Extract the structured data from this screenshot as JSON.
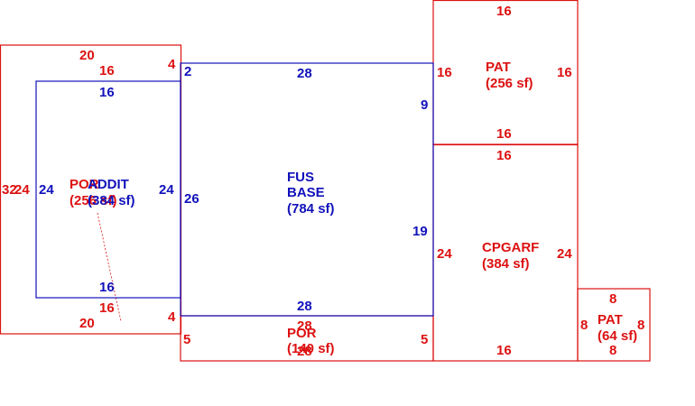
{
  "colors": {
    "red": "#dd1111",
    "blue": "#1111bb",
    "background": "#ffffff"
  },
  "areas": {
    "por_left": {
      "name": "POR",
      "area": "(256 sf)",
      "color": "red"
    },
    "addit": {
      "name": "ADDIT",
      "area": "(384 sf)",
      "color": "blue"
    },
    "fus_base": {
      "name_line1": "FUS",
      "name_line2": "BASE",
      "area": "(784 sf)",
      "color": "blue"
    },
    "por_bottom": {
      "name": "POR",
      "area": "(140 sf)",
      "color": "red"
    },
    "pat_top": {
      "name": "PAT",
      "area": "(256 sf)",
      "color": "red"
    },
    "cpgarf": {
      "name": "CPGARF",
      "area": "(384 sf)",
      "color": "red"
    },
    "pat_small": {
      "name": "PAT",
      "area": "(64 sf)",
      "color": "red"
    }
  },
  "dims": {
    "por_left_top": "20",
    "por_left_top_inner": "16",
    "por_left_top_right": "4",
    "por_left_left": "32",
    "por_left_left2": "24",
    "por_left_bottom": "20",
    "por_left_bottom_inner": "16",
    "por_left_bottom_right": "4",
    "addit_top": "16",
    "addit_left": "24",
    "addit_right": "24",
    "addit_bottom": "16",
    "fus_top": "28",
    "fus_top_left": "2",
    "fus_left": "26",
    "fus_right_upper": "9",
    "fus_right_lower": "19",
    "fus_bottom": "28",
    "por_bottom_top": "28",
    "por_bottom_bottom": "28",
    "por_bottom_left": "5",
    "por_bottom_right": "5",
    "pat_top_top": "16",
    "pat_top_left": "16",
    "pat_top_right": "16",
    "pat_top_bottom": "16",
    "cpgarf_top": "16",
    "cpgarf_left": "24",
    "cpgarf_right": "24",
    "cpgarf_bottom": "16",
    "pat_small_top": "8",
    "pat_small_left": "8",
    "pat_small_right": "8",
    "pat_small_bottom": "8"
  }
}
